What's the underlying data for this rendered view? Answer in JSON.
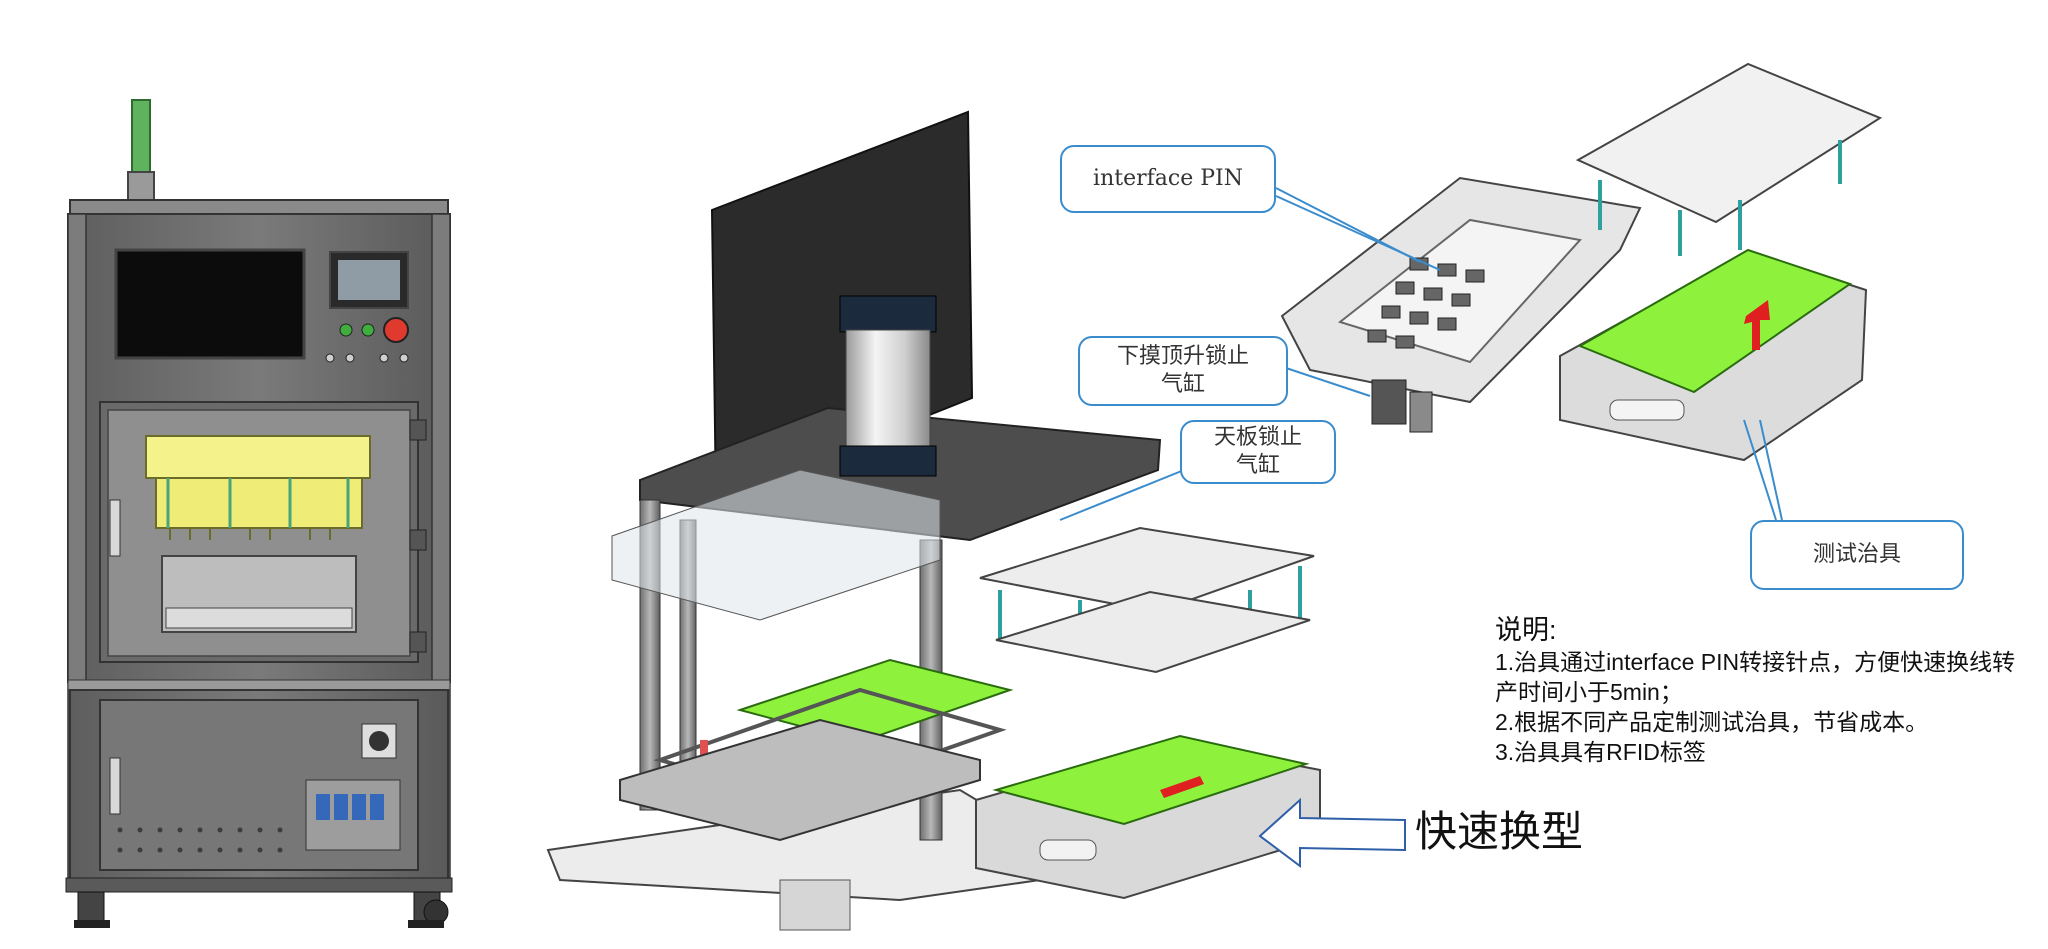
{
  "callouts": {
    "interface_pin": "interface PIN",
    "lower_mold": {
      "line1": "下摸顶升锁止",
      "line2": "气缸"
    },
    "top_plate": {
      "line1": "天板锁止",
      "line2": "气缸"
    },
    "test_fixture": "测试治具"
  },
  "notes": {
    "title": "说明:",
    "line1": "1.治具通过interface PIN转接针点，方便快速换线转",
    "line2": "产时间小于5min；",
    "line3": "2.根据不同产品定制测试治具，节省成本。",
    "line4": "3.治具具有RFID标签"
  },
  "quick_change_label": "快速换型",
  "colors": {
    "callout_border": "#3a8ccd",
    "pcb_green": "#8ef23c",
    "cabinet_gray": "#6e6e6e",
    "fixture_yellow": "#f4f28a",
    "arrow_red": "#e02020"
  }
}
